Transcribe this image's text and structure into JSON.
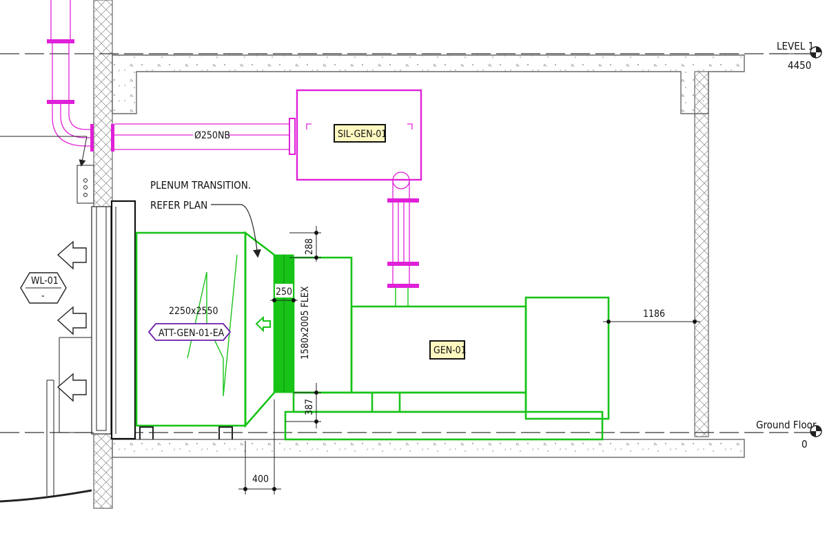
{
  "levels": {
    "level1": {
      "name": "LEVEL 1",
      "value": "4450"
    },
    "ground": {
      "name": "Ground Floor",
      "value": "0"
    }
  },
  "tags": {
    "silencer": "SIL-GEN-01",
    "generator": "GEN-01",
    "attenuator": "ATT-GEN-01-EA",
    "attenuator_size": "2250x2550",
    "louvre": "WL-01",
    "louvre_sub": "-"
  },
  "pipe_label": "Ø250NB",
  "note": {
    "line1": "PLENUM TRANSITION.",
    "line2": "REFER PLAN"
  },
  "flex_label": "1580x2005 FLEX",
  "dimensions": {
    "top_gap": "288",
    "flex_width": "250",
    "bottom_gap": "387",
    "plenum_depth": "400",
    "wall_clearance": "1186"
  },
  "colors": {
    "exhaust": "#e020d8",
    "generator": "#17c317",
    "tag_fill": "#fff8c0"
  }
}
